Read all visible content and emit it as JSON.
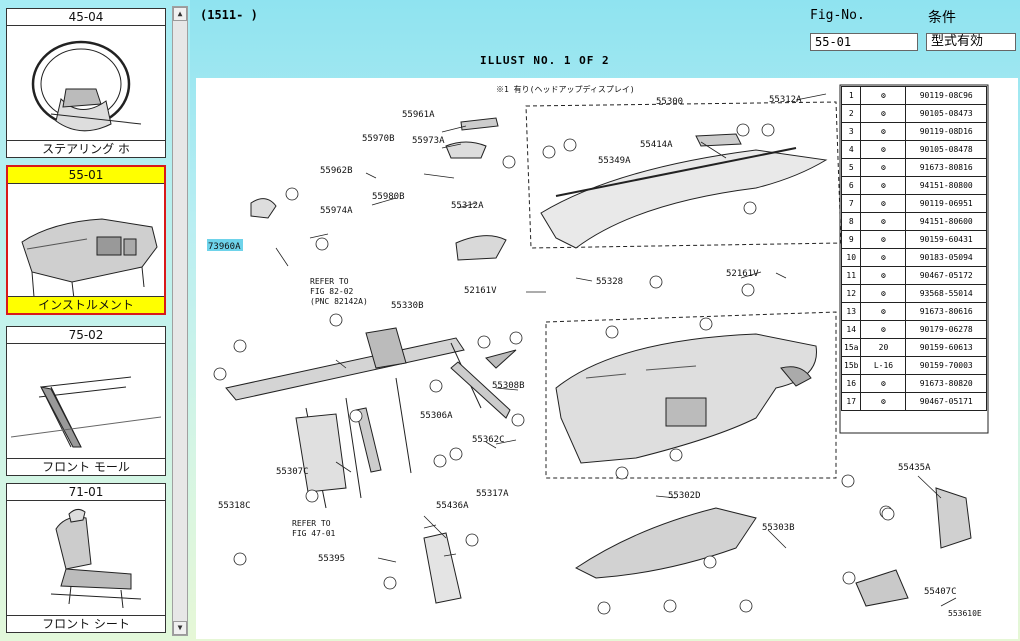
{
  "thumbnails": [
    {
      "code": "45-04",
      "name": "ステアリング ホ",
      "selected": false
    },
    {
      "code": "55-01",
      "name": "インストルメント",
      "selected": true
    },
    {
      "code": "75-02",
      "name": "フロント モール",
      "selected": false
    },
    {
      "code": "71-01",
      "name": "フロント シート",
      "selected": false
    }
  ],
  "header": {
    "range": "(1511-     )",
    "fig_label": "Fig-No.",
    "cond_label": "条件",
    "fig_value": "55-01",
    "cond_value": "型式有効",
    "illust": "ILLUST NO. 1 OF 2"
  },
  "diagram": {
    "note": "※1 有り(ヘッドアップディスプレイ)",
    "highlight_part": "73960A",
    "part_labels": [
      "55300",
      "55312A",
      "55961A",
      "55970B",
      "55973A",
      "55414A",
      "55349A",
      "55962B",
      "55980B",
      "55974A",
      "55312A",
      "73960A",
      "REFER TO",
      "FIG 82-02",
      "(PNC 82142A)",
      "55328",
      "52161V",
      "52161V",
      "55330B",
      "55308B",
      "55306A",
      "55362C",
      "55307C",
      "55317A",
      "55318C",
      "REFER TO",
      "FIG 47-01",
      "55395",
      "55436A",
      "55302D",
      "55303B",
      "55435A",
      "55407C",
      "553610E"
    ],
    "legend": [
      {
        "n": "1",
        "part": "90119-08C96"
      },
      {
        "n": "2",
        "part": "90105-08473"
      },
      {
        "n": "3",
        "part": "90119-08D16"
      },
      {
        "n": "4",
        "part": "90105-08478"
      },
      {
        "n": "5",
        "part": "91673-80816"
      },
      {
        "n": "6",
        "part": "94151-80800"
      },
      {
        "n": "7",
        "part": "90119-06951"
      },
      {
        "n": "8",
        "part": "94151-80600"
      },
      {
        "n": "9",
        "part": "90159-60431"
      },
      {
        "n": "10",
        "part": "90183-05094"
      },
      {
        "n": "11",
        "part": "90467-05172"
      },
      {
        "n": "12",
        "part": "93568-55014"
      },
      {
        "n": "13",
        "part": "91673-80616"
      },
      {
        "n": "14",
        "part": "90179-06278"
      },
      {
        "n": "15a",
        "qty": "20",
        "part": "90159-60613"
      },
      {
        "n": "15b",
        "qty": "L-16",
        "part": "90159-70003"
      },
      {
        "n": "16",
        "part": "91673-80820"
      },
      {
        "n": "17",
        "part": "90467-05171"
      }
    ]
  }
}
